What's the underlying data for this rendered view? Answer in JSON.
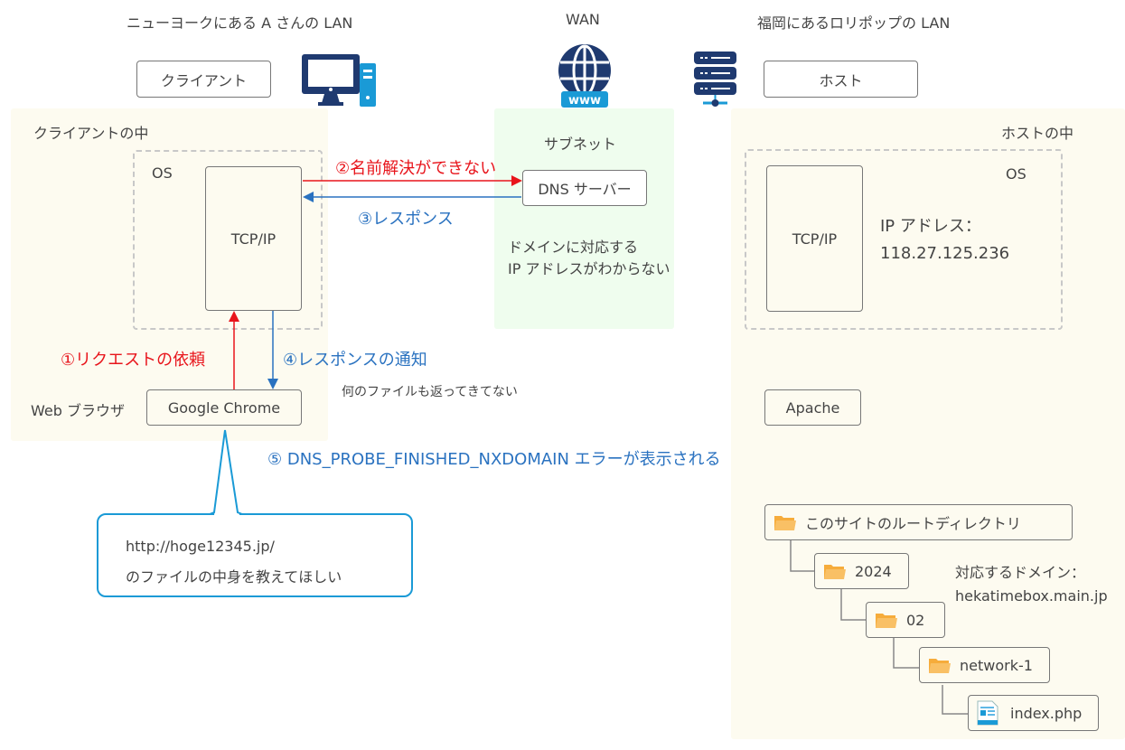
{
  "headings": {
    "client_lan": "ニューヨークにある A さんの LAN",
    "wan": "WAN",
    "host_lan": "福岡にあるロリポップの LAN"
  },
  "client": {
    "label_box": "クライアント",
    "panel_title": "クライアントの中",
    "os_label": "OS",
    "tcpip_label": "TCP/IP",
    "browser_label": "Web ブラウザ",
    "browser_name": "Google Chrome",
    "icon": "desktop-computer-icon"
  },
  "wan": {
    "icon": "globe-www-icon",
    "subnet_label": "サブネット",
    "dns_server": "DNS サーバー",
    "note_line1": "ドメインに対応する",
    "note_line2": "IP アドレスがわからない"
  },
  "host": {
    "label_box": "ホスト",
    "panel_title": "ホストの中",
    "os_label": "OS",
    "tcpip_label": "TCP/IP",
    "ip_label": "IP アドレス：",
    "ip_value": "118.27.125.236",
    "apache_label": "Apache",
    "icon": "server-rack-icon",
    "domain_label": "対応するドメイン：",
    "domain_value": "hekatimebox.main.jp",
    "tree": [
      {
        "label": "このサイトのルートディレクトリ",
        "type": "folder"
      },
      {
        "label": "2024",
        "type": "folder"
      },
      {
        "label": "02",
        "type": "folder"
      },
      {
        "label": "network-1",
        "type": "folder"
      },
      {
        "label": "index.php",
        "type": "file"
      }
    ]
  },
  "steps": {
    "step1": "①リクエストの依頼",
    "step2": "②名前解決ができない",
    "step3": "③レスポンス",
    "step4": "④レスポンスの通知",
    "step4_note": "何のファイルも返ってきてない",
    "step5": "⑤ DNS_PROBE_FINISHED_NXDOMAIN エラーが表示される"
  },
  "callout": {
    "line1": "http://hoge12345.jp/",
    "line2": "のファイルの中身を教えてほしい"
  },
  "colors": {
    "request": "#e8141b",
    "response": "#2a72c0",
    "callout_border": "#1a9ad6",
    "navy_icon": "#1f3a70",
    "light_blue_icon": "#1a9ad6",
    "folder": "#f6ac3b",
    "client_bg": "#fdfbf0",
    "wan_bg": "#effdee"
  }
}
